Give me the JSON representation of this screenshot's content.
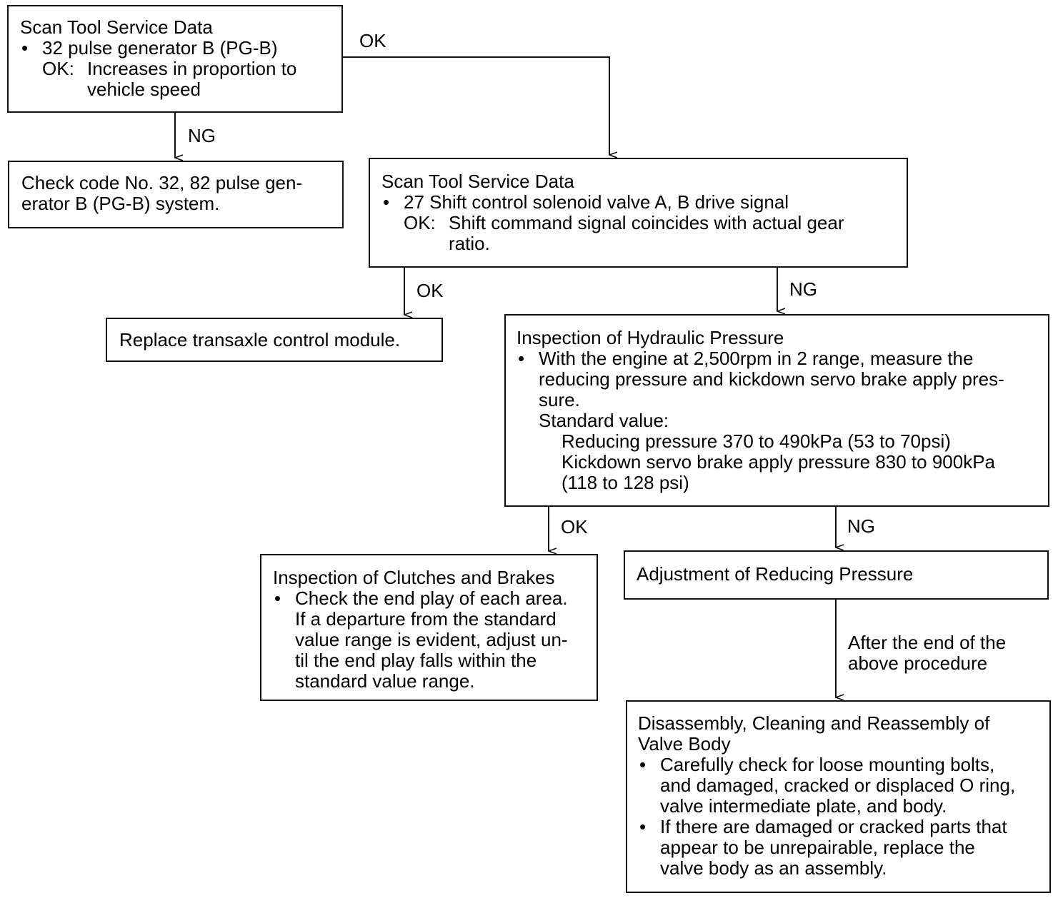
{
  "boxes": {
    "pgb": {
      "title": "Scan Tool Service Data",
      "bullet": "32 pulse generator B (PG-B)",
      "ok_label": "OK:",
      "ok_line1": "Increases in proportion to",
      "ok_line2": "vehicle speed"
    },
    "check_code": {
      "line1": "Check code No. 32, 82 pulse gen-",
      "line2": "erator B (PG-B) system."
    },
    "solenoid": {
      "title": "Scan Tool Service Data",
      "bullet": "27 Shift control solenoid valve A, B drive signal",
      "ok_label": "OK:",
      "ok_line1": "Shift command signal coincides with actual gear",
      "ok_line2": "ratio."
    },
    "replace_tcm": {
      "text": "Replace transaxle control module."
    },
    "hydraulic": {
      "title": "Inspection of Hydraulic Pressure",
      "bullet_line1": "With the engine at 2,500rpm in 2 range, measure the",
      "bullet_line2": "reducing pressure and kickdown servo brake apply pres-",
      "bullet_line3": "sure.",
      "standard_label": "Standard value:",
      "value_line1": "Reducing pressure 370 to 490kPa (53 to 70psi)",
      "value_line2": "Kickdown servo brake apply pressure 830 to 900kPa",
      "value_line3": "(118 to 128 psi)"
    },
    "clutches": {
      "title": "Inspection of Clutches and Brakes",
      "line1": "Check the end play of each area.",
      "line2": "If a departure from the standard",
      "line3": "value range is evident, adjust un-",
      "line4": "til the end play falls within the",
      "line5": "standard value range."
    },
    "adjust": {
      "text": "Adjustment of Reducing Pressure"
    },
    "valve_body": {
      "title_line1": "Disassembly, Cleaning and Reassembly of",
      "title_line2": "Valve Body",
      "b1_line1": "Carefully check for loose mounting bolts,",
      "b1_line2": "and damaged, cracked or displaced O ring,",
      "b1_line3": "valve intermediate plate, and body.",
      "b2_line1": "If there are damaged or cracked parts that",
      "b2_line2": "appear to be unrepairable, replace the",
      "b2_line3": "valve body as an assembly."
    }
  },
  "labels": {
    "ok_pgb": "OK",
    "ng_pgb": "NG",
    "ok_solenoid": "OK",
    "ng_solenoid": "NG",
    "ok_hydraulic": "OK",
    "ng_hydraulic": "NG",
    "after_line1": "After the end of the",
    "after_line2": "above procedure"
  },
  "bullet_glyph": "•"
}
